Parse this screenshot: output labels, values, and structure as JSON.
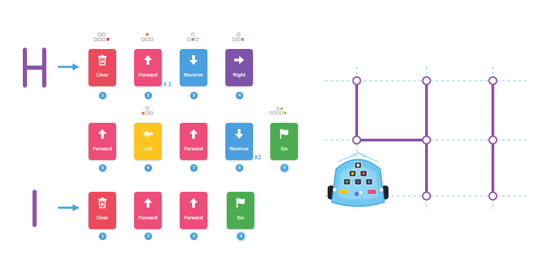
{
  "rows": [
    {
      "letter": "H",
      "cards": [
        {
          "label": "Clear",
          "color": "#EC4A5C",
          "icon": "trash-icon",
          "step": "1"
        },
        {
          "label": "Forward",
          "color": "#EE4C79",
          "icon": "arrow-up-icon",
          "step": "2",
          "multiplier": "X 2"
        },
        {
          "label": "Reverse",
          "color": "#4A9FDF",
          "icon": "arrow-down-icon",
          "step": "3"
        },
        {
          "label": "Right",
          "color": "#7E54A8",
          "icon": "arrow-right-icon",
          "step": "4"
        }
      ]
    },
    {
      "letter": "",
      "cards": [
        {
          "label": "Forward",
          "color": "#EE4C79",
          "icon": "arrow-up-icon",
          "step": "5"
        },
        {
          "label": "Left",
          "color": "#FCC41C",
          "icon": "arrow-left-icon",
          "step": "6"
        },
        {
          "label": "Forward",
          "color": "#EE4C79",
          "icon": "arrow-up-icon",
          "step": "7"
        },
        {
          "label": "Reverse",
          "color": "#4A9FDF",
          "icon": "arrow-down-icon",
          "step": "8",
          "multiplier": "X2"
        },
        {
          "label": "Go",
          "color": "#4CAD50",
          "icon": "flag-icon",
          "step": "9"
        }
      ]
    },
    {
      "letter": "I",
      "cards": [
        {
          "label": "Clear",
          "color": "#EC4A5C",
          "icon": "trash-icon",
          "step": "1"
        },
        {
          "label": "Forward",
          "color": "#EE4C79",
          "icon": "arrow-up-icon",
          "step": "2"
        },
        {
          "label": "Forward",
          "color": "#EE4C79",
          "icon": "arrow-up-icon",
          "step": "3"
        },
        {
          "label": "Go",
          "color": "#4CAD50",
          "icon": "flag-icon",
          "step": "4"
        }
      ]
    }
  ],
  "colors": {
    "letter": "#8A55A6",
    "arrow": "#3FA3DE",
    "badge": "#4A9FDF",
    "path": "#8A55A6",
    "guide": "#7CC3EC",
    "robot_body": "#6FC8F0"
  }
}
